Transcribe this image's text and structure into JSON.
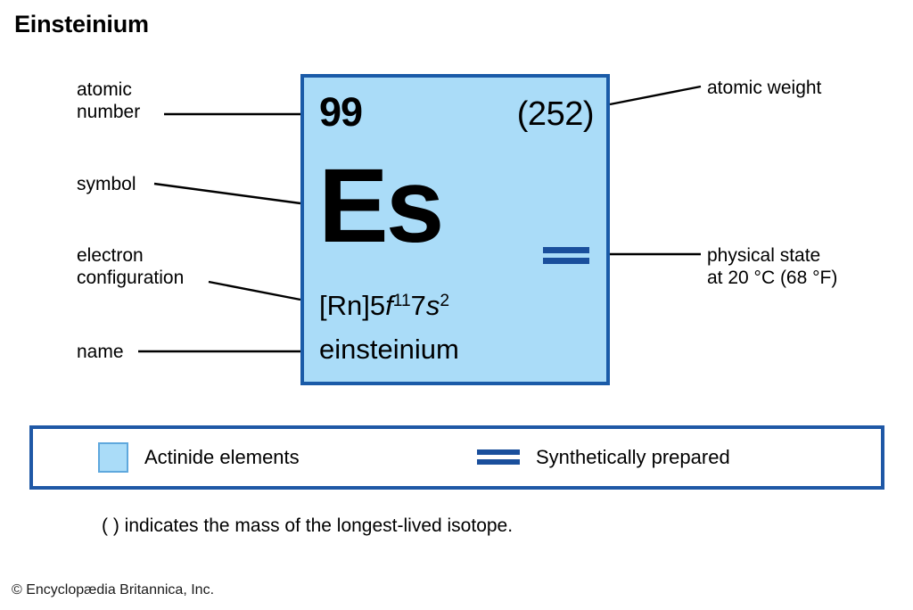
{
  "title": "Einsteinium",
  "element": {
    "atomic_number": "99",
    "atomic_weight": "(252)",
    "symbol": "Es",
    "electron_configuration": {
      "core": "[Rn]",
      "shell1_n": "5",
      "shell1_orbital": "f",
      "shell1_count": "11",
      "shell2_n": "7",
      "shell2_orbital": "s",
      "shell2_count": "2",
      "full_text": "[Rn]5f117s2"
    },
    "name": "einsteinium",
    "category_color": "#aadcf8",
    "border_color": "#1a5ba8",
    "state_marker_color": "#1a4f9c"
  },
  "callouts": {
    "atomic_number": "atomic\nnumber",
    "symbol": "symbol",
    "electron_configuration": "electron\nconfiguration",
    "name": "name",
    "atomic_weight": "atomic weight",
    "physical_state": "physical state\nat 20 °C (68 °F)"
  },
  "legend": {
    "entries": [
      {
        "label": "Actinide elements",
        "marker": "swatch"
      },
      {
        "label": "Synthetically prepared",
        "marker": "double-bar"
      }
    ],
    "border_color": "#1f58a6"
  },
  "footnote": "( ) indicates the mass of the longest-lived isotope.",
  "credit": "© Encyclopædia Britannica, Inc."
}
